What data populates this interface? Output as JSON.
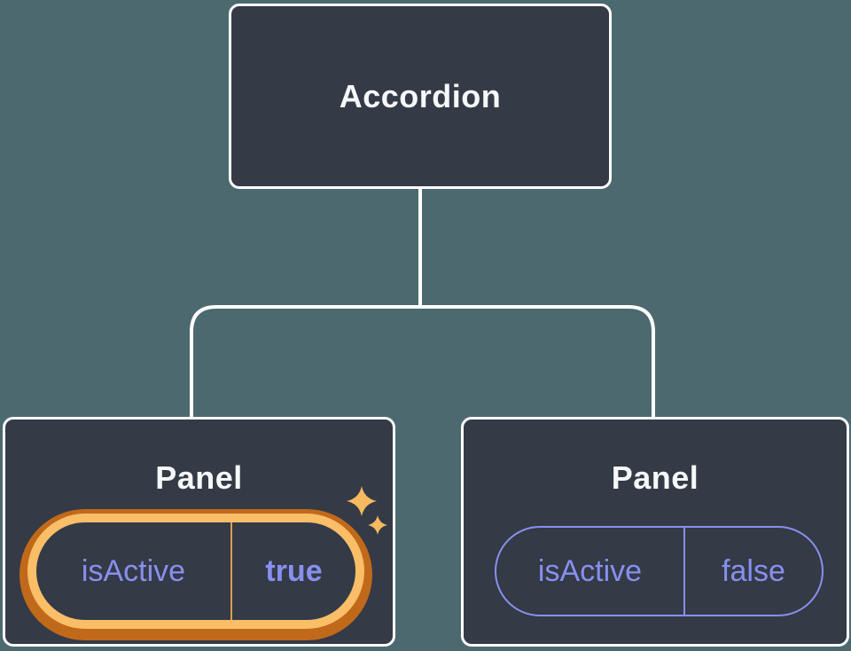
{
  "colors": {
    "background": "#4C6970",
    "node_fill": "#343A46",
    "node_border": "#FFFFFF",
    "connector": "#FFFFFF",
    "title_text": "#F6F7F9",
    "prop_text": "#8790EF",
    "ring_light": "#F9BE67",
    "ring_dark": "#C1691A",
    "active_divider": "#DC9E50",
    "sparkle": "#F6BA5E"
  },
  "tree": {
    "root": {
      "label": "Accordion"
    },
    "panels": [
      {
        "title": "Panel",
        "prop_name": "isActive",
        "prop_value": "true",
        "state": "active"
      },
      {
        "title": "Panel",
        "prop_name": "isActive",
        "prop_value": "false",
        "state": "inactive"
      }
    ]
  }
}
